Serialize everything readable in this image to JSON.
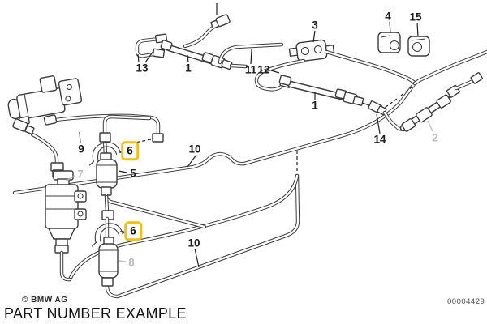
{
  "diagram": {
    "footer": {
      "copyright": "© BMW AG",
      "caption": "PART NUMBER EXAMPLE",
      "drawing_number": "00004429"
    },
    "colors": {
      "line": "#3c3c3c",
      "label": "#1b1b1b",
      "muted_label": "#bdbdbd",
      "highlight": "#f1c014",
      "background": "#ffffff"
    },
    "part_labels": [
      {
        "text": "13",
        "variant": "normal"
      },
      {
        "text": "1",
        "variant": "normal"
      },
      {
        "text": "3",
        "variant": "normal"
      },
      {
        "text": "11",
        "variant": "normal"
      },
      {
        "text": "12",
        "variant": "normal"
      },
      {
        "text": "1",
        "variant": "normal"
      },
      {
        "text": "4",
        "variant": "normal"
      },
      {
        "text": "15",
        "variant": "normal"
      },
      {
        "text": "14",
        "variant": "normal"
      },
      {
        "text": "9",
        "variant": "normal"
      },
      {
        "text": "5",
        "variant": "normal"
      },
      {
        "text": "10",
        "variant": "normal"
      },
      {
        "text": "10",
        "variant": "normal"
      },
      {
        "text": "2",
        "variant": "muted"
      },
      {
        "text": "7",
        "variant": "muted"
      },
      {
        "text": "8",
        "variant": "muted"
      },
      {
        "text": "6",
        "variant": "highlighted"
      },
      {
        "text": "6",
        "variant": "highlighted"
      }
    ]
  }
}
